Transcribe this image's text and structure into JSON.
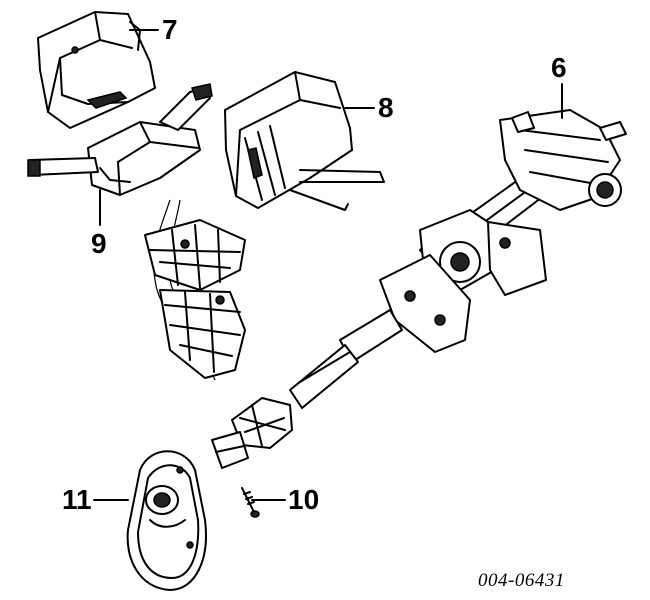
{
  "callouts": {
    "c6": "6",
    "c7": "7",
    "c8": "8",
    "c9": "9",
    "c10": "10",
    "c11": "11"
  },
  "document_number": "004-06431"
}
